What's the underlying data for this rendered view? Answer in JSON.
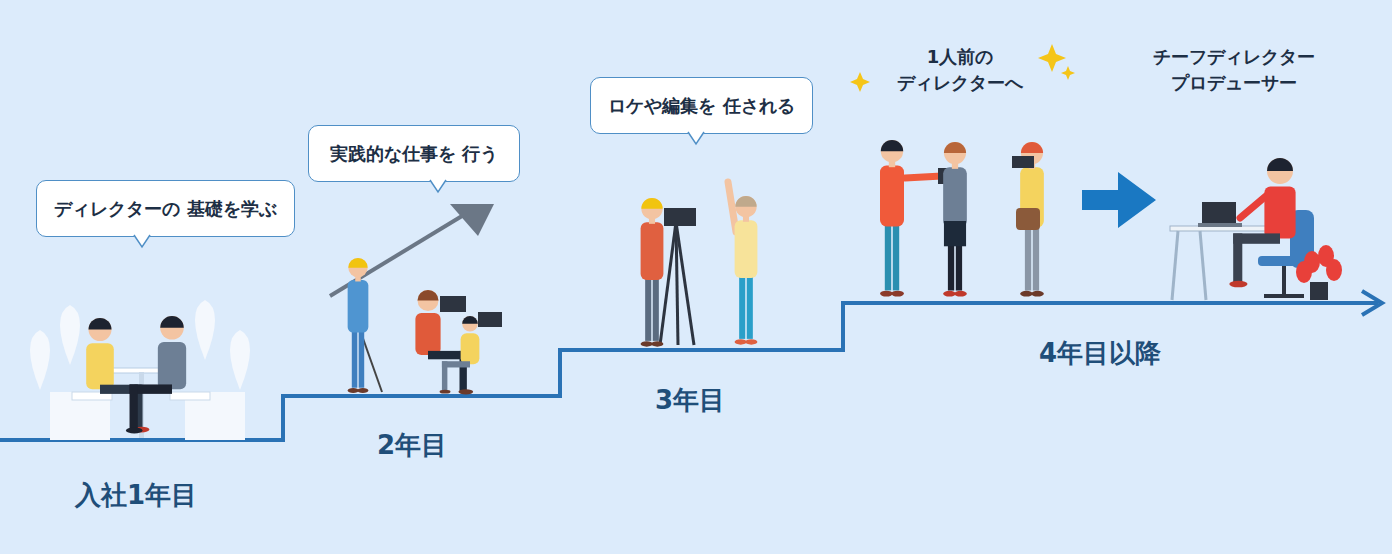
{
  "diagram": {
    "nodes": [
      {
        "text": [
          "ディレクターの 基礎を学ぶ"
        ]
      },
      {
        "text": [
          "実践的な仕事を 行う"
        ]
      },
      {
        "text": [
          "ロケや編集を 任される"
        ]
      }
    ],
    "labels": [
      "入社1年目",
      "2年目",
      "3年目",
      "4年目以降",
      "1人前の ディレクターへ",
      "チーフディレクター プロデューサー"
    ]
  }
}
